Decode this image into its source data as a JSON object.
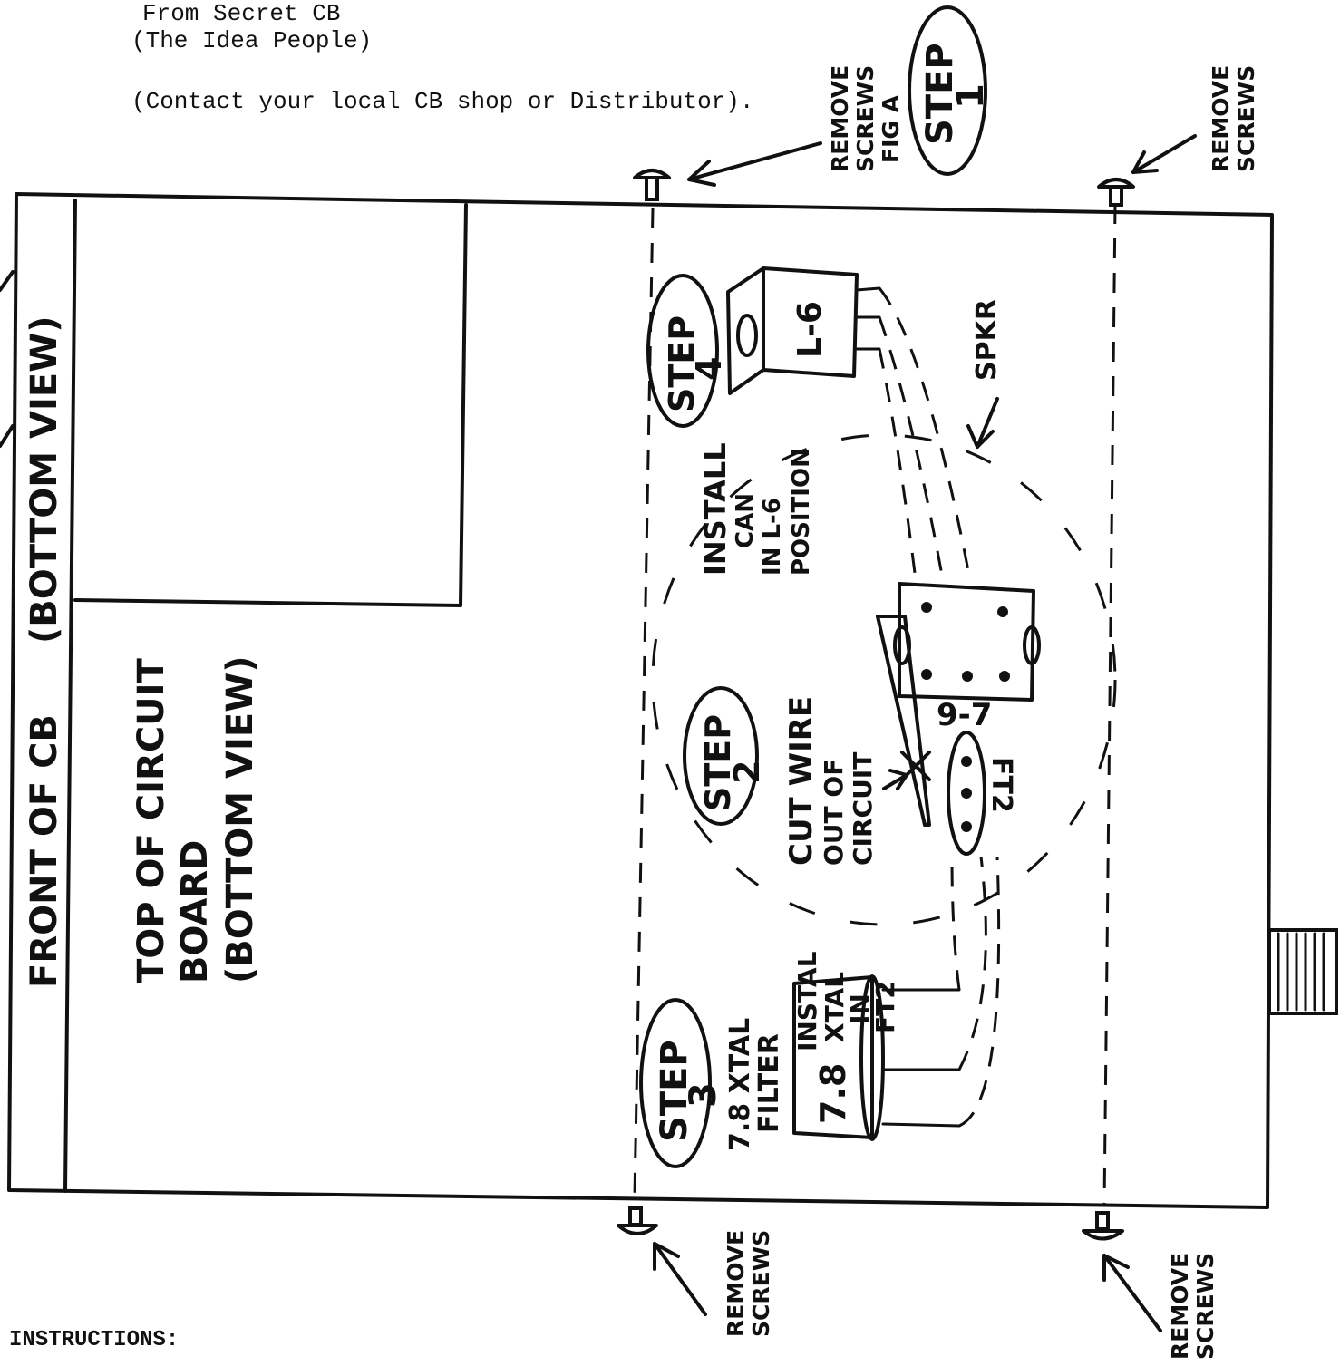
{
  "header": {
    "line1": "From Secret CB",
    "line2": "(The Idea People)",
    "line3": "(Contact your local CB shop or Distributor)."
  },
  "footer": {
    "instructions_heading": "INSTRUCTIONS:"
  },
  "diagram": {
    "front_label": "FRONT OF CB",
    "bottom_view_label": "(BOTTOM VIEW)",
    "board_label_1": "TOP OF CIRCUIT",
    "board_label_2": "BOARD",
    "board_label_3": "(BOTTOM VIEW)",
    "remove_screws_1": "REMOVE",
    "remove_screws_2": "SCREWS",
    "fig_a": "FIG A",
    "step1_a": "STEP",
    "step1_b": "1",
    "step2_a": "STEP",
    "step2_b": "2",
    "step3_a": "STEP",
    "step3_b": "3",
    "step4_a": "STEP",
    "step4_b": "4",
    "l6": "L-6",
    "spkr": "SPKR",
    "install_can_1": "INSTALL",
    "install_can_2": "CAN",
    "install_can_3": "IN L-6",
    "install_can_4": "POSITION",
    "cut_wire_1": "CUT WIRE",
    "cut_wire_2": "OUT OF",
    "cut_wire_3": "CIRCUIT",
    "xtal_filter_1": "7.8 XTAL",
    "xtal_filter_2": "FILTER",
    "install_xtal_1": "INSTAL",
    "install_xtal_2": "XTAL",
    "install_xtal_3": "IN",
    "install_xtal_4": "FT2",
    "ft2": "FT2",
    "crystal_value": "7.8",
    "part_97": "9-7"
  }
}
